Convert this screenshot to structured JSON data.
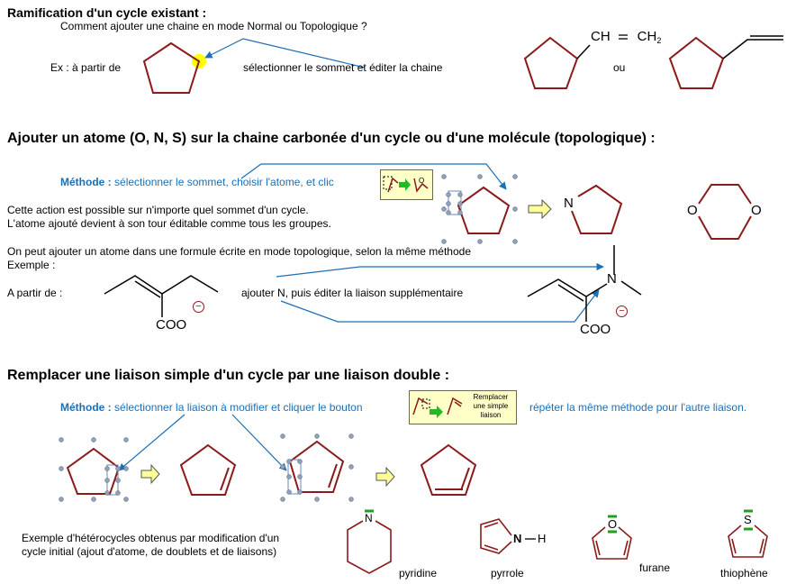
{
  "section1": {
    "title": "Ramification d'un cycle existant :",
    "question": "Comment ajouter une chaine en mode Normal ou Topologique ?",
    "example_prefix": "Ex : à partir de",
    "instruction": "sélectionner le sommet et éditer la chaine",
    "formula_left": "CH",
    "formula_right": "CH",
    "formula_sub": "2",
    "or_label": "ou"
  },
  "section2": {
    "title": "Ajouter un atome (O, N, S) sur la chaine carbonée d'un cycle ou d'une molécule (topologique) :",
    "method_label": "Méthode :",
    "method_text": "sélectionner le sommet, choisir l'atome, et clic",
    "line1": "Cette action est possible sur n'importe quel sommet d'un cycle.",
    "line2": "L'atome ajouté devient à son tour éditable comme tous les groupes.",
    "line3": "On peut ajouter un atome dans une formule écrite en mode topologique, selon la même méthode",
    "example_label": "Exemple :",
    "from_label": "A partir de :",
    "add_text": "ajouter N, puis éditer la liaison supplémentaire",
    "atom_n": "N",
    "atom_o": "O",
    "coo": "COO",
    "minus": "−"
  },
  "section3": {
    "title": "Remplacer une liaison simple d'un cycle par une liaison double :",
    "method_label": "Méthode :",
    "method_text": "sélectionner la liaison à modifier et cliquer le bouton",
    "button_label_1": "Remplacer",
    "button_label_2": "une simple",
    "button_label_3": "liaison",
    "repeat_text": "répéter la même méthode  pour l'autre liaison.",
    "hetero_line1": "Exemple d'hétérocycles obtenus par modification d'un",
    "hetero_line2": "cycle initial (ajout d'atome, de doublets et de liaisons)",
    "atom_n": "N",
    "atom_h": "H",
    "atom_o": "O",
    "atom_s": "S",
    "names": [
      "pyridine",
      "pyrrole",
      "furane",
      "thiophène"
    ]
  },
  "colors": {
    "ring": "#8b1a1a",
    "accent_blue": "#1a6fb5",
    "arrow_fill": "#ffff99",
    "highlight": "#ffff00",
    "doublet": "#1fa01f"
  }
}
